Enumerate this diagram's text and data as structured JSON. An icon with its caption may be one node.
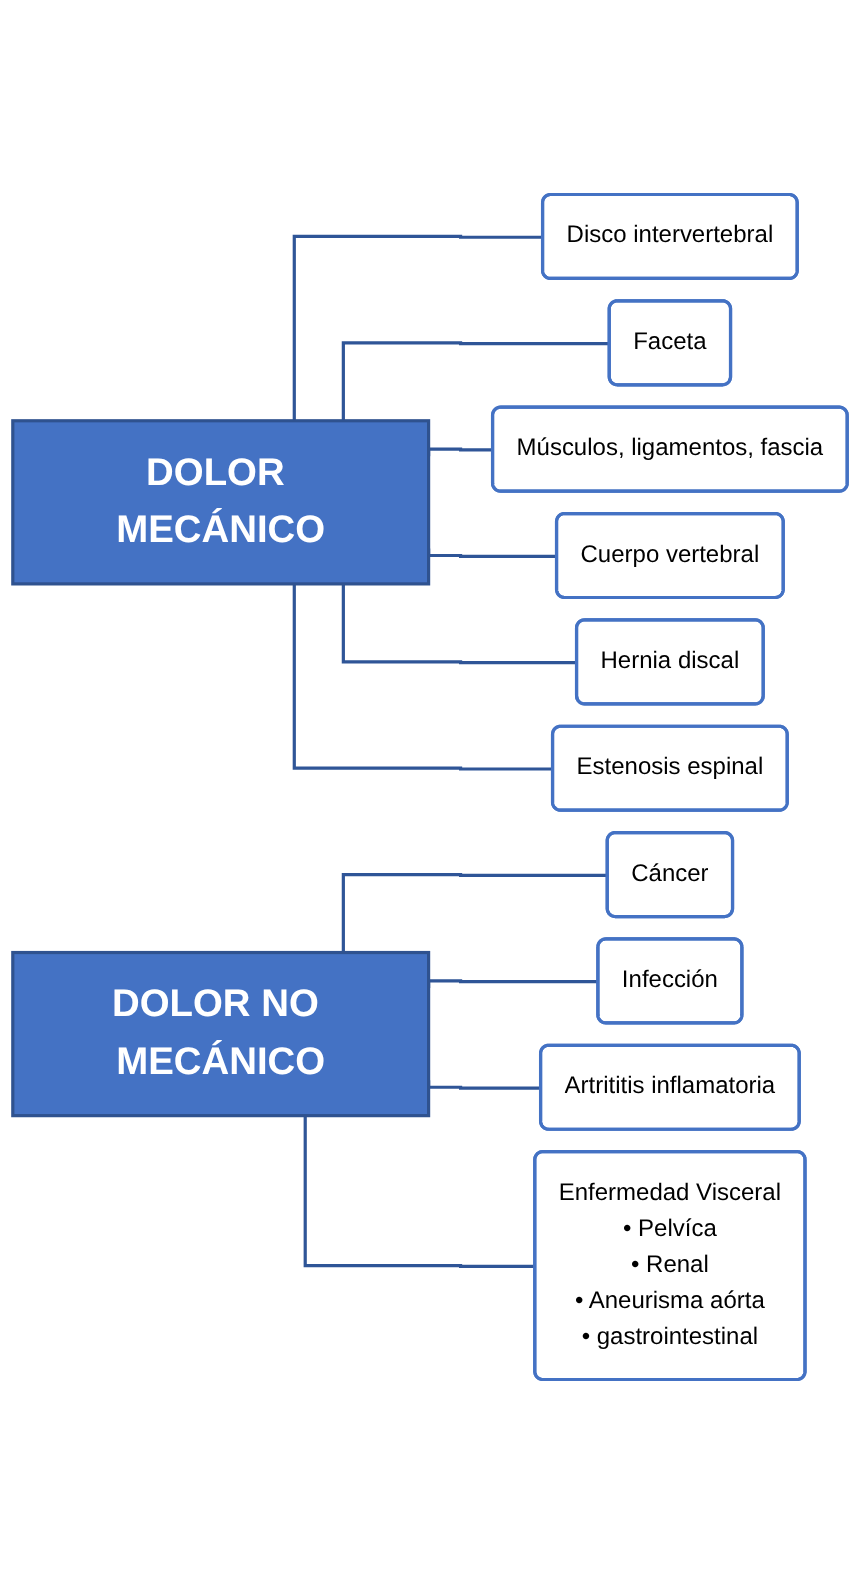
{
  "diagram": {
    "nodes": [
      {
        "text": [
          "DOLOR MECÁNICO"
        ]
      },
      {
        "text": [
          "Disco intervertebral"
        ]
      },
      {
        "text": [
          "Faceta"
        ]
      },
      {
        "text": [
          "Músculos, ligamentos, fascia"
        ]
      },
      {
        "text": [
          "Cuerpo vertebral"
        ]
      },
      {
        "text": [
          "Hernia discal"
        ]
      },
      {
        "text": [
          "Estenosis espinal"
        ]
      },
      {
        "text": [
          "DOLOR NO MECÁNICO"
        ]
      },
      {
        "text": [
          "Cáncer"
        ]
      },
      {
        "text": [
          "Infección"
        ]
      },
      {
        "text": [
          "Artrititis inflamatoria"
        ]
      },
      {
        "text": [
          "Enfermedad Visceral",
          "• Pelvíca",
          "• Renal",
          "• Aneurisma aórta",
          "• gastrointestinal"
        ]
      }
    ],
    "edges": [
      {
        "from": 0,
        "to": 1,
        "arrow": "none"
      },
      {
        "from": 0,
        "to": 2,
        "arrow": "none"
      },
      {
        "from": 0,
        "to": 3,
        "arrow": "none"
      },
      {
        "from": 0,
        "to": 4,
        "arrow": "none"
      },
      {
        "from": 0,
        "to": 5,
        "arrow": "none"
      },
      {
        "from": 0,
        "to": 6,
        "arrow": "none"
      },
      {
        "from": 7,
        "to": 8,
        "arrow": "none"
      },
      {
        "from": 7,
        "to": 9,
        "arrow": "none"
      },
      {
        "from": 7,
        "to": 10,
        "arrow": "none"
      },
      {
        "from": 7,
        "to": 11,
        "arrow": "none"
      }
    ]
  }
}
